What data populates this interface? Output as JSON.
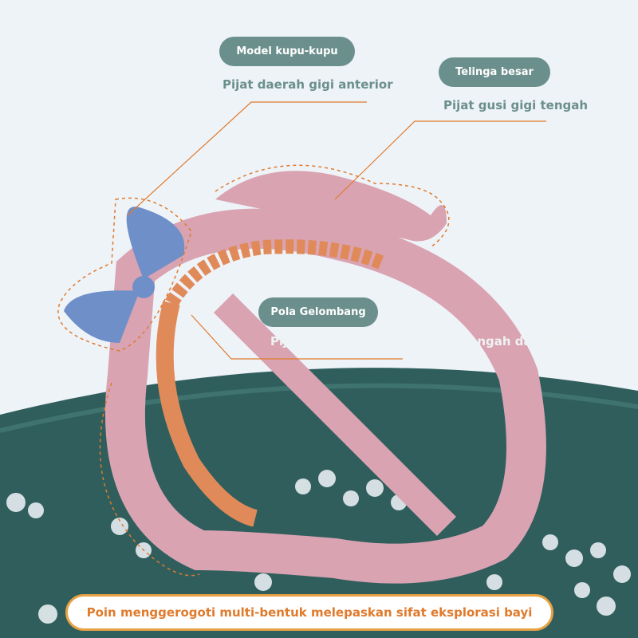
{
  "callouts": [
    {
      "title": "Model kupu-kupu",
      "description": "Pijat daerah gigi anterior"
    },
    {
      "title": "Telinga besar",
      "description": "Pijat gusi gigi tengah"
    },
    {
      "title": "Pola Gelombang",
      "description": "Pijatan mendalam pada gigi tengah dan belakang"
    }
  ],
  "banner": "Poin menggerogoti multi-bentuk melepaskan sifat eksplorasi bayi",
  "colors": {
    "pill": "#6b8f8c",
    "accent": "#e07a2c",
    "toy": "#d9a3b2",
    "bow": "#6f8fc9",
    "wave": "#e08a5a",
    "plate": "#2f5e5c"
  }
}
